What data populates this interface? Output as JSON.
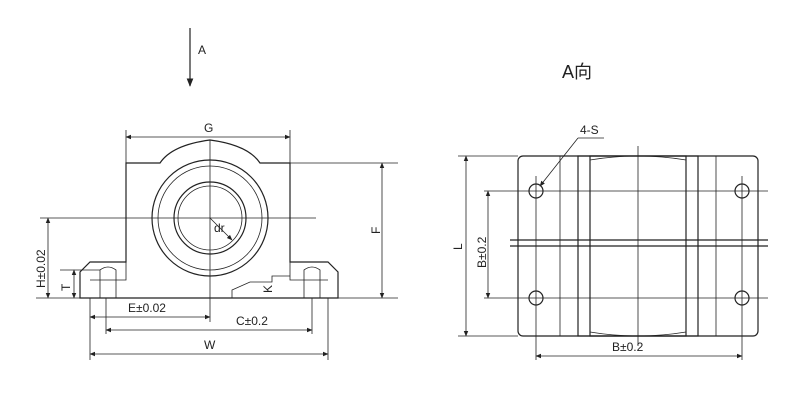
{
  "front_view": {
    "arrow_label": "A",
    "dims": {
      "G": "G",
      "F": "F",
      "H": "H±0.02",
      "T": "T",
      "dr": "dr",
      "K": "K",
      "E": "E±0.02",
      "C": "C±0.2",
      "W": "W"
    }
  },
  "side_view": {
    "title": "A向",
    "dims": {
      "holes": "4-S",
      "L": "L",
      "B_vertical": "B±0.2",
      "B_horizontal": "B±0.2"
    }
  },
  "colors": {
    "line": "#222222",
    "background": "#ffffff"
  }
}
